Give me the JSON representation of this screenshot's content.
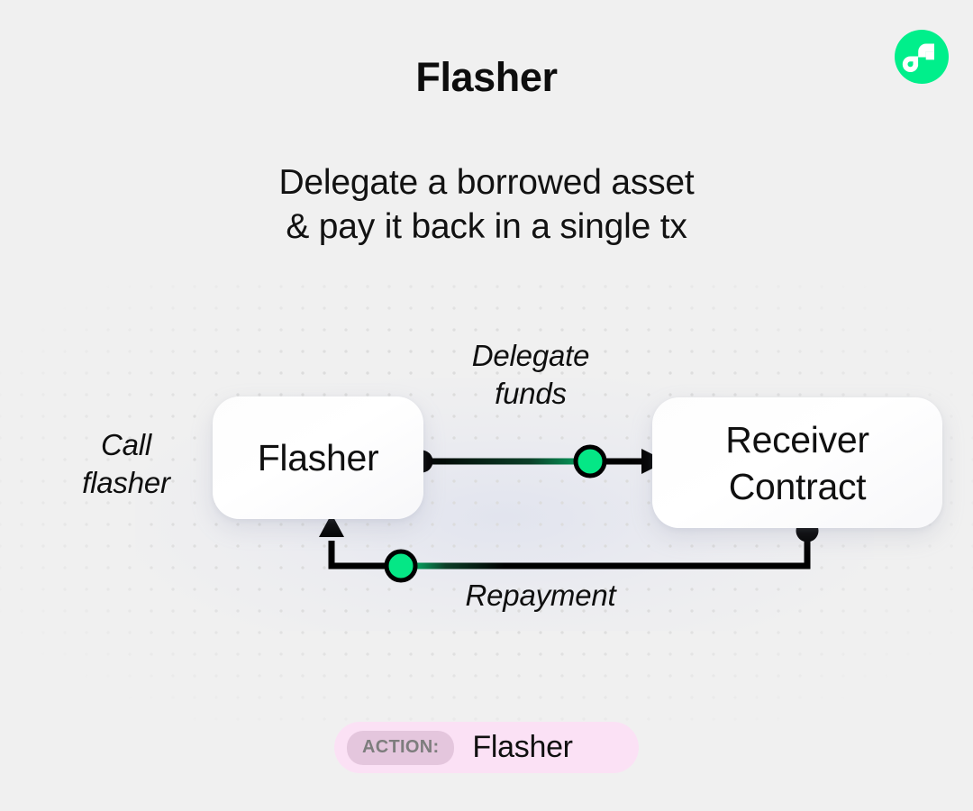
{
  "header": {
    "title": "Flasher",
    "subtitle_line1": "Delegate a borrowed asset",
    "subtitle_line2": "& pay it back in a single tx",
    "logo_name": "flow-logo-icon",
    "logo_color": "#00ef8b"
  },
  "diagram": {
    "nodes": [
      {
        "id": "flasher",
        "label": "Flasher"
      },
      {
        "id": "receiver",
        "label_line1": "Receiver",
        "label_line2": "Contract"
      }
    ],
    "labels": {
      "call": "Call\nflasher",
      "call_line1": "Call",
      "call_line2": "flasher",
      "delegate_line1": "Delegate",
      "delegate_line2": "funds",
      "repayment": "Repayment"
    },
    "colors": {
      "accent_green": "#05e786",
      "stroke_black": "#000000",
      "node_background": "#ffffff",
      "canvas_background": "#f0f0f0",
      "dot_grid": "#dcdcdc"
    }
  },
  "footer": {
    "action_tag": "ACTION:",
    "action_value": "Flasher",
    "pill_background": "#fbe1f5",
    "tag_background": "#e4c6dd"
  }
}
